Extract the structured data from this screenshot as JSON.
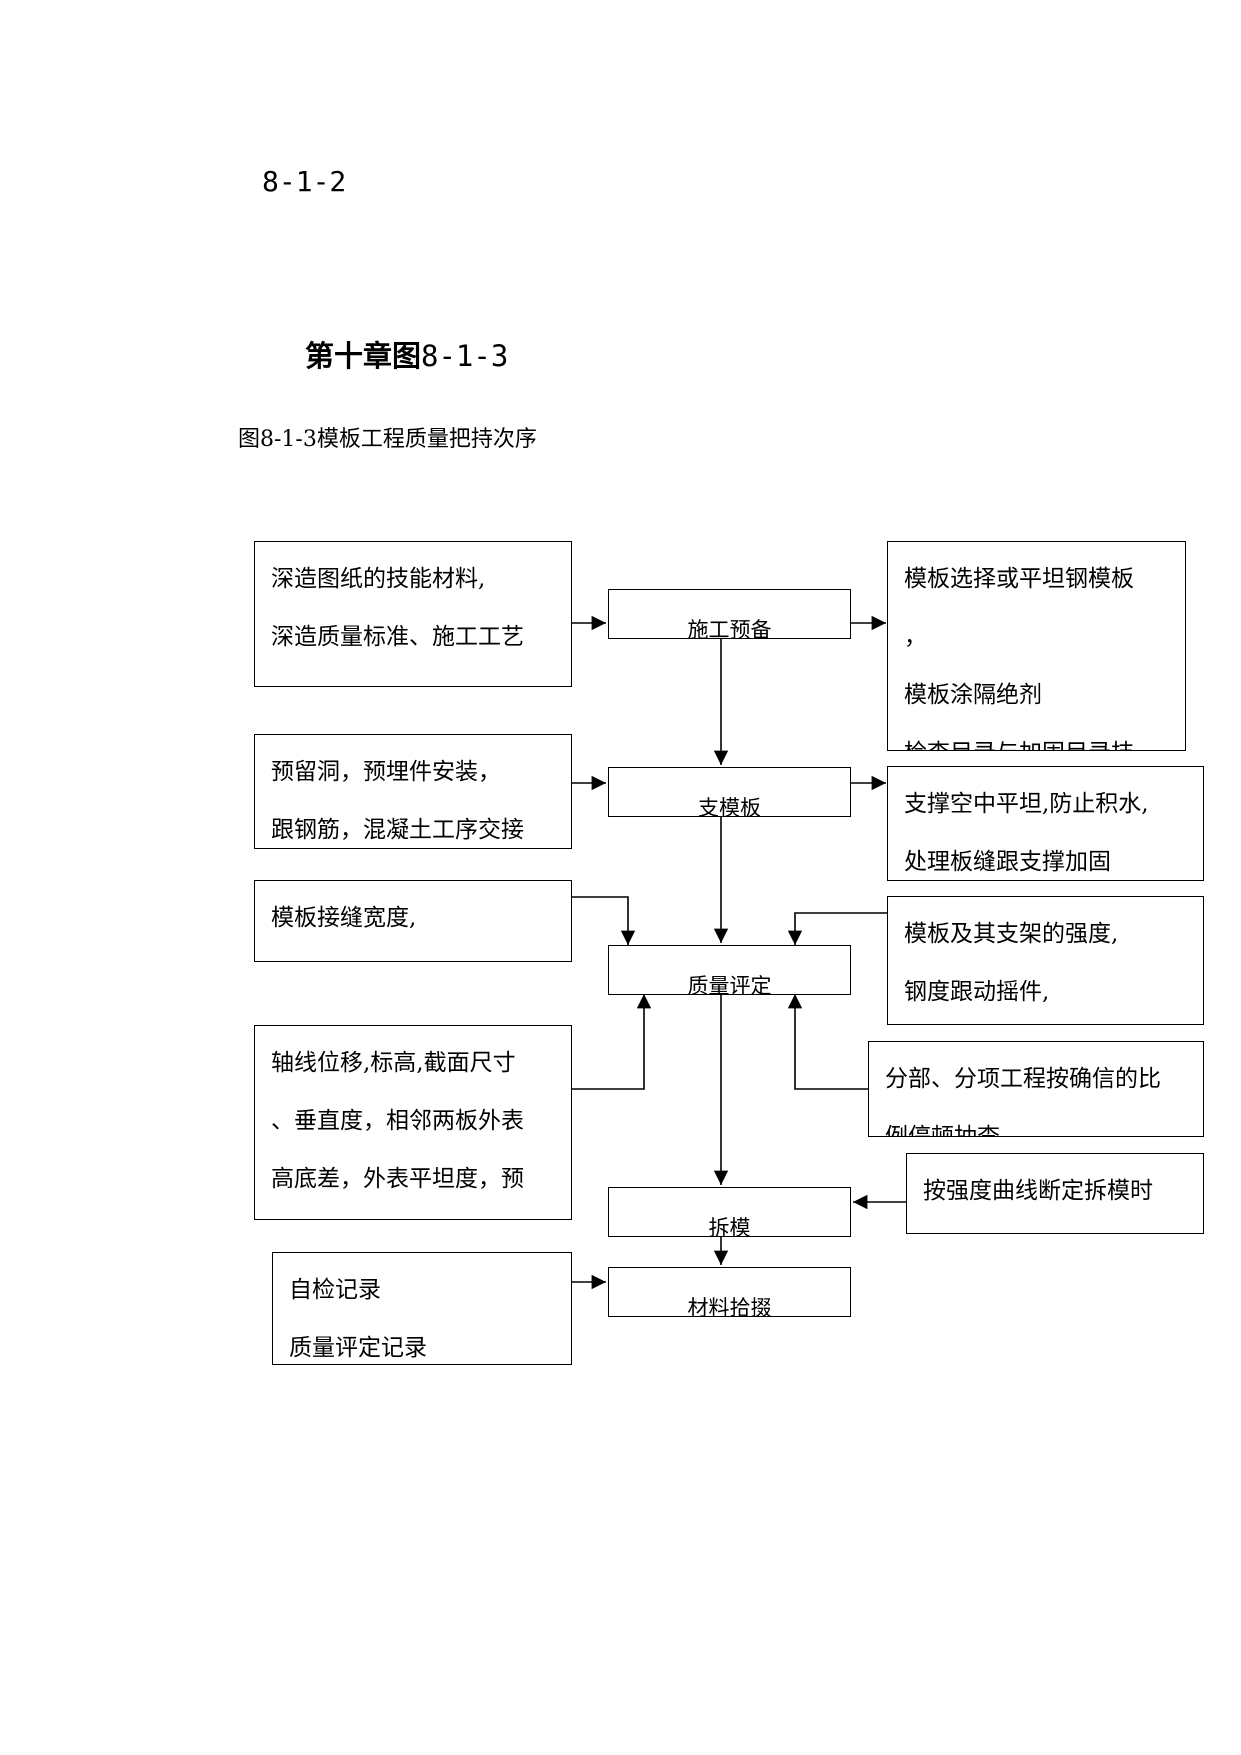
{
  "heading_small": "8-1-2",
  "heading_chapter": {
    "text": "第十章图",
    "number": "8-1-3"
  },
  "caption": "图8-1-3模板工程质量把持次序",
  "steps": {
    "prep": "施工预备",
    "support": "支模板",
    "quality": "质量评定",
    "remove": "拆模",
    "clean": "材料拾掇"
  },
  "left_boxes": {
    "prep_inputs": [
      "深造图纸的技能材料,",
      "深造质量标准、施工工艺"
    ],
    "support_inputs": [
      "预留洞，预埋件安装，",
      "跟钢筋，混凝土工序交接"
    ],
    "joint_width": [
      "模板接缝宽度,"
    ],
    "axis_checks": [
      "轴线位移,标高,截面尺寸",
      "、垂直度，相邻两板外表",
      "高底差，外表平坦度，预"
    ],
    "records": [
      "自检记录",
      "质量评定记录"
    ]
  },
  "right_boxes": {
    "template_selection": [
      "模板选择或平坦钢模板",
      "，",
      "模板涂隔绝剂",
      "检查目录与加固目录技"
    ],
    "support_flat": [
      "支撑空中平坦,防止积水,",
      "处理板缝跟支撑加固"
    ],
    "strength": [
      "模板及其支架的强度,",
      "钢度跟动摇件,"
    ],
    "sampling": [
      "分部、分项工程按确信的比",
      "例停顿抽查"
    ],
    "strength_curve": [
      "按强度曲线断定拆模时"
    ]
  }
}
